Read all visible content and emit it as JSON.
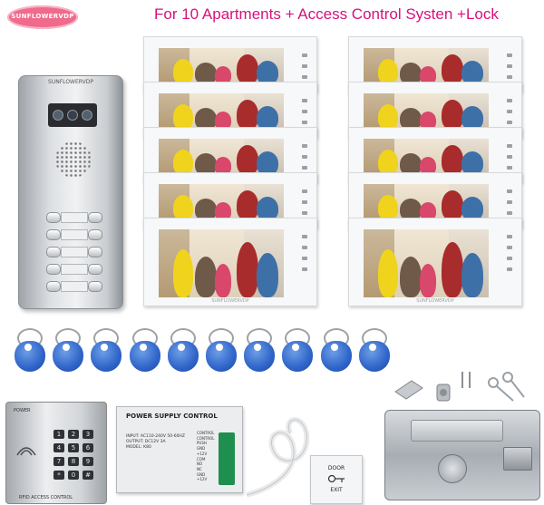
{
  "brand_logo_text": "SUNFLOWERVDP",
  "headline": "For 10 Apartments + Access Control Systen +Lock",
  "door_station": {
    "brand": "SUNFLOWERVDP",
    "call_button_count": 10
  },
  "monitors": {
    "count": 10,
    "brand_text": "SUNFLOWERVDP"
  },
  "rfid_keyfobs": {
    "count": 10,
    "color": "#2f64c9"
  },
  "keypad": {
    "brand_label": "POWER",
    "label": "RFID ACCESS CONTROL",
    "keys": [
      "1",
      "2",
      "3",
      "4",
      "5",
      "6",
      "7",
      "8",
      "9",
      "*",
      "0",
      "#"
    ]
  },
  "power_supply": {
    "title": "POWER SUPPLY CONTROL",
    "spec_lines": [
      "INPUT: AC110-240V 50-60HZ",
      "OUTPUT: DC12V  3A",
      "MODEL: K80"
    ],
    "terminal_labels": [
      "CONTROL",
      "CONTROL",
      "PUSH",
      "GND",
      "+12V",
      "COM",
      "NO",
      "NC",
      "GND",
      "+12V"
    ]
  },
  "exit_button": {
    "top_label": "DOOR",
    "bottom_label": "EXIT"
  },
  "colors": {
    "headline": "#d6127a",
    "logo": "#f06a8c",
    "fob": "#2f64c9"
  }
}
